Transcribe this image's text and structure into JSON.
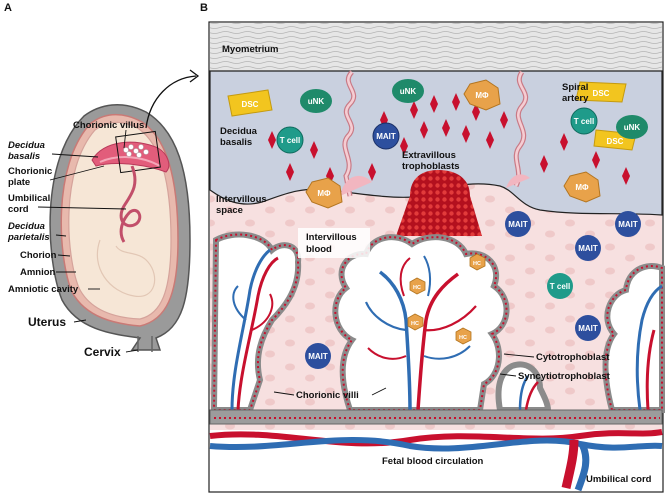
{
  "panel_a": {
    "letter": "A",
    "labels": {
      "chorionic_villus": "Chorionic villus",
      "decidua_basalis": [
        "Decidua",
        "basalis"
      ],
      "chorionic_plate": [
        "Chorionic",
        "plate"
      ],
      "umbilical_cord": [
        "Umbilical",
        "cord"
      ],
      "decidua_parietalis": [
        "Decidua",
        "parietalis"
      ],
      "chorion": "Chorion",
      "amnion": "Amnion",
      "amniotic_cavity": "Amniotic cavity",
      "uterus": "Uterus",
      "cervix": "Cervix"
    }
  },
  "panel_b": {
    "letter": "B",
    "labels": {
      "myometrium": "Myometrium",
      "spiral_artery": [
        "Spiral",
        "artery"
      ],
      "decidua_basalis": [
        "Decidua",
        "basalis"
      ],
      "extravillous_trophoblasts": [
        "Extravillous",
        "trophoblasts"
      ],
      "intervillous_space": [
        "Intervillous",
        "space"
      ],
      "intervillous_blood": [
        "Intervillous",
        "blood"
      ],
      "cytotrophoblast": "Cytotrophoblast",
      "syncytiotrophoblast": "Syncytiotrophoblast",
      "chorionic_villi": "Chorionic villi",
      "fetal_blood_circulation": "Fetal blood circulation",
      "umbilical_cord": "Umbilical cord"
    },
    "cells": {
      "dsc": "DSC",
      "unk": "uNK",
      "mphi": "MΦ",
      "tcell": "T cell",
      "mait": "MAIT",
      "hc": "HC"
    }
  },
  "colors": {
    "decidua": "#c9d0df",
    "intervillous": "#f6dede",
    "artery_red": "#c8102e",
    "vein_blue": "#2f6db3",
    "mait": "#2d4f9e",
    "tcell": "#1f9b8a",
    "unk": "#1f8a6a",
    "dsc": "#f2c51f",
    "mphi": "#e8a24a",
    "hc": "#e8a24a"
  }
}
